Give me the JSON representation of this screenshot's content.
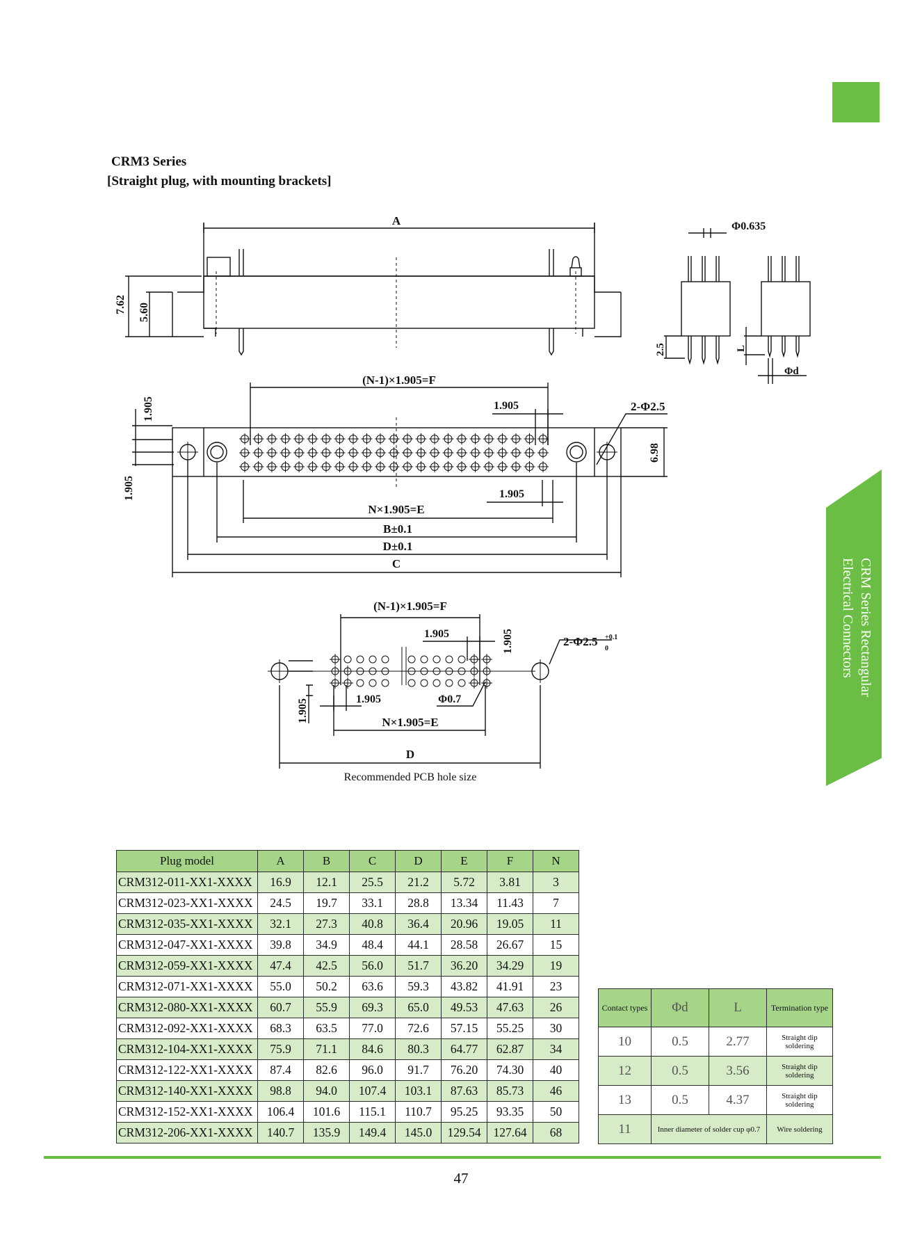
{
  "header": {
    "series": "CRM3 Series",
    "subtitle": "[Straight plug, with mounting brackets]"
  },
  "side_tab": {
    "line1": "CRM Series Rectangular",
    "line2": "Electrical Connectors",
    "color": "#6cbd45"
  },
  "drawing": {
    "dims": {
      "A": "A",
      "C": "C",
      "D": "D",
      "B": "B±0.1",
      "D_tol": "D±0.1",
      "F": "(N-1)×1.905=F",
      "E": "N×1.905=E",
      "pitch": "1.905",
      "h762": "7.62",
      "h560": "5.60",
      "h698": "6.98",
      "h25": "2.5",
      "L": "L",
      "phi_d": "Φd",
      "phi_pin": "Φ0.635",
      "holes": "2-Φ2.5",
      "pcb_holes": "2-Φ2.5",
      "tol_up": "+0.1",
      "tol_down": "0",
      "phi07": "Φ0.7"
    },
    "caption": "Recommended PCB hole size"
  },
  "main_table": {
    "headers": [
      "Plug model",
      "A",
      "B",
      "C",
      "D",
      "E",
      "F",
      "N"
    ],
    "rows": [
      [
        "CRM312-011-XX1-XXXX",
        "16.9",
        "12.1",
        "25.5",
        "21.2",
        "5.72",
        "3.81",
        "3"
      ],
      [
        "CRM312-023-XX1-XXXX",
        "24.5",
        "19.7",
        "33.1",
        "28.8",
        "13.34",
        "11.43",
        "7"
      ],
      [
        "CRM312-035-XX1-XXXX",
        "32.1",
        "27.3",
        "40.8",
        "36.4",
        "20.96",
        "19.05",
        "11"
      ],
      [
        "CRM312-047-XX1-XXXX",
        "39.8",
        "34.9",
        "48.4",
        "44.1",
        "28.58",
        "26.67",
        "15"
      ],
      [
        "CRM312-059-XX1-XXXX",
        "47.4",
        "42.5",
        "56.0",
        "51.7",
        "36.20",
        "34.29",
        "19"
      ],
      [
        "CRM312-071-XX1-XXXX",
        "55.0",
        "50.2",
        "63.6",
        "59.3",
        "43.82",
        "41.91",
        "23"
      ],
      [
        "CRM312-080-XX1-XXXX",
        "60.7",
        "55.9",
        "69.3",
        "65.0",
        "49.53",
        "47.63",
        "26"
      ],
      [
        "CRM312-092-XX1-XXXX",
        "68.3",
        "63.5",
        "77.0",
        "72.6",
        "57.15",
        "55.25",
        "30"
      ],
      [
        "CRM312-104-XX1-XXXX",
        "75.9",
        "71.1",
        "84.6",
        "80.3",
        "64.77",
        "62.87",
        "34"
      ],
      [
        "CRM312-122-XX1-XXXX",
        "87.4",
        "82.6",
        "96.0",
        "91.7",
        "76.20",
        "74.30",
        "40"
      ],
      [
        "CRM312-140-XX1-XXXX",
        "98.8",
        "94.0",
        "107.4",
        "103.1",
        "87.63",
        "85.73",
        "46"
      ],
      [
        "CRM312-152-XX1-XXXX",
        "106.4",
        "101.6",
        "115.1",
        "110.7",
        "95.25",
        "93.35",
        "50"
      ],
      [
        "CRM312-206-XX1-XXXX",
        "140.7",
        "135.9",
        "149.4",
        "145.0",
        "129.54",
        "127.64",
        "68"
      ]
    ]
  },
  "contact_table": {
    "headers": [
      "Contact types",
      "Φd",
      "L",
      "Termination type"
    ],
    "rows": [
      [
        "10",
        "0.5",
        "2.77",
        "Straight dip soldering"
      ],
      [
        "12",
        "0.5",
        "3.56",
        "Straight dip soldering"
      ],
      [
        "13",
        "0.5",
        "4.37",
        "Straight dip soldering"
      ],
      [
        "11",
        "Inner diameter of solder cup φ0.7",
        "",
        "Wire soldering"
      ]
    ]
  },
  "page_number": "47"
}
